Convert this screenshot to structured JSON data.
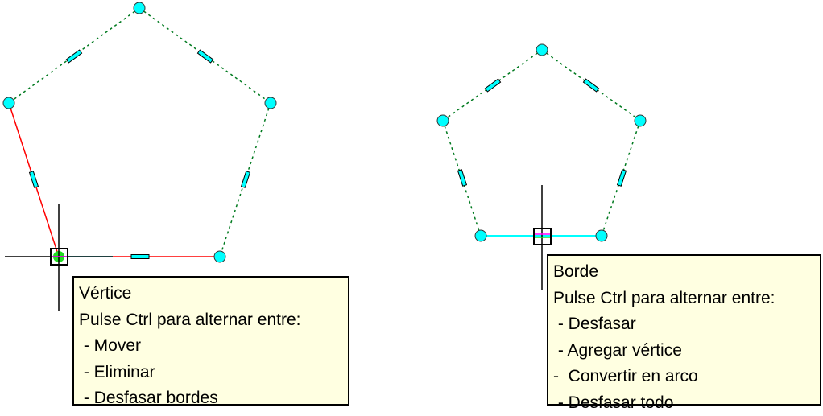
{
  "colors": {
    "grip": "#00ffff",
    "dashed_edge": "#007a1f",
    "selected_edge": "#ff0000",
    "hover_edge": "#00ffff",
    "tooltip_bg": "#ffffe1"
  },
  "left_tooltip": {
    "title": "Vértice",
    "prompt": "Pulse Ctrl para alternar entre:",
    "options": [
      " - Mover",
      " - Eliminar",
      " - Desfasar bordes"
    ]
  },
  "right_tooltip": {
    "title": "Borde",
    "prompt": "Pulse Ctrl para alternar entre:",
    "options": [
      " - Desfasar",
      " - Agregar vértice",
      "-  Convertir en arco",
      " - Desfasar todo"
    ]
  }
}
